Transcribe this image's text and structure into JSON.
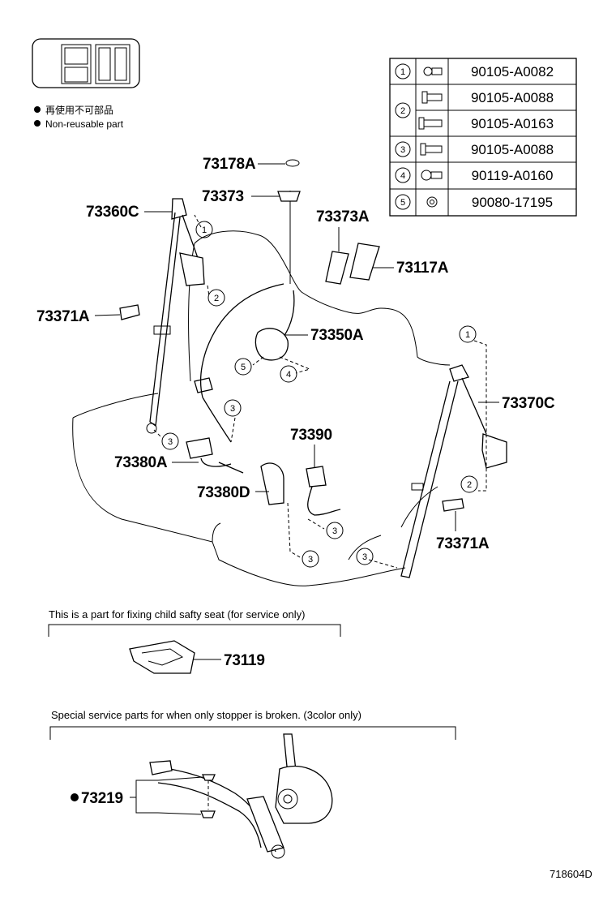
{
  "legend": {
    "jp": "再使用不可部品",
    "en": "Non-reusable part"
  },
  "fastener_table": [
    {
      "ref": "1",
      "part": "90105-A0082"
    },
    {
      "ref": "2",
      "part": "90105-A0088"
    },
    {
      "ref": "",
      "part": "90105-A0163"
    },
    {
      "ref": "3",
      "part": "90105-A0088"
    },
    {
      "ref": "4",
      "part": "90119-A0160"
    },
    {
      "ref": "5",
      "part": "90080-17195"
    }
  ],
  "labels": {
    "p73178A": "73178A",
    "p73373": "73373",
    "p73360C": "73360C",
    "p73373A": "73373A",
    "p73117A": "73117A",
    "p73371A_left": "73371A",
    "p73350A": "73350A",
    "p73370C": "73370C",
    "p73390": "73390",
    "p73380A": "73380A",
    "p73380D": "73380D",
    "p73371A_right": "73371A",
    "p73119": "73119",
    "p73219": "73219"
  },
  "callouts": {
    "c1a": "1",
    "c2a": "2",
    "c5": "5",
    "c4": "4",
    "c3a": "3",
    "c3b": "3",
    "c1b": "1",
    "c2b": "2",
    "c3c": "3",
    "c3d": "3",
    "c3e": "3"
  },
  "notes": {
    "child_seat": "This is a part for fixing child safty seat (for service only)",
    "stopper": "Special service parts for when only stopper is broken. (3color only)"
  },
  "figure_code": "718604D"
}
